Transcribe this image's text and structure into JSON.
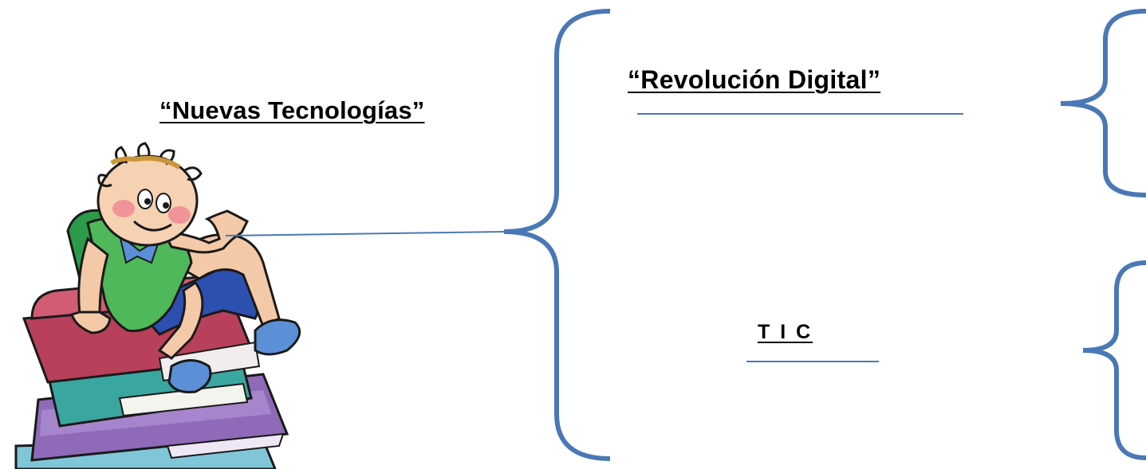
{
  "diagram": {
    "root_label": "“Nuevas Tecnologías”",
    "branches": [
      {
        "label": "“Revolución  Digital”"
      },
      {
        "label": "T I C"
      }
    ]
  },
  "colors": {
    "connector": "#4a78b5",
    "brace": "#4a78b5",
    "text": "#000000"
  },
  "illustration": {
    "icon": "boy-sitting-on-books-icon"
  }
}
